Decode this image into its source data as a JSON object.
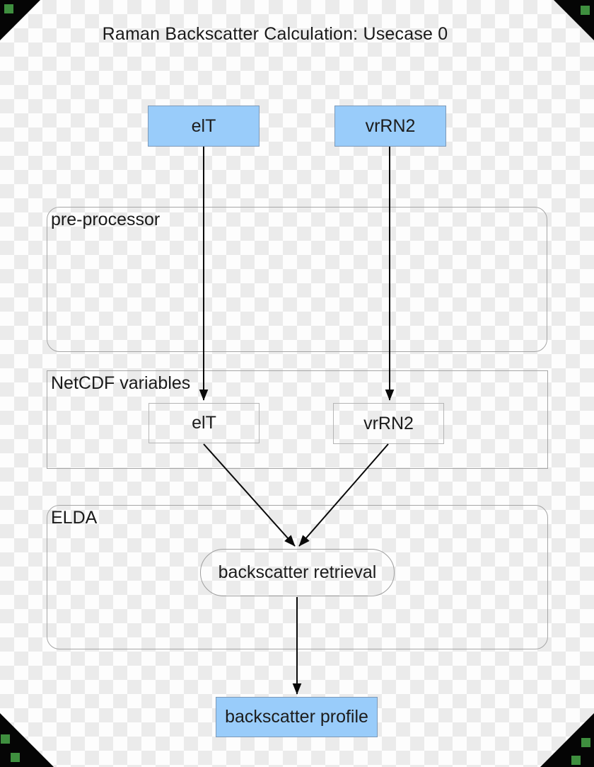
{
  "title": "Raman Backscatter Calculation: Usecase 0",
  "containers": {
    "preprocessor": {
      "label": "pre-processor"
    },
    "netcdf": {
      "label": "NetCDF variables"
    },
    "elda": {
      "label": "ELDA"
    }
  },
  "nodes": {
    "input_elt": {
      "label": "elT",
      "type": "input-signal"
    },
    "input_vrrn2": {
      "label": "vrRN2",
      "type": "input-signal"
    },
    "var_elt": {
      "label": "elT",
      "type": "netcdf-variable"
    },
    "var_vrrn2": {
      "label": "vrRN2",
      "type": "netcdf-variable"
    },
    "retrieval": {
      "label": "backscatter retrieval",
      "type": "process"
    },
    "profile": {
      "label": "backscatter profile",
      "type": "output-product"
    }
  },
  "edges": [
    {
      "from": "input_elt",
      "to": "var_elt"
    },
    {
      "from": "input_vrrn2",
      "to": "var_vrrn2"
    },
    {
      "from": "var_elt",
      "to": "retrieval"
    },
    {
      "from": "var_vrrn2",
      "to": "retrieval"
    },
    {
      "from": "retrieval",
      "to": "profile"
    }
  ],
  "colors": {
    "node_fill": "#99ccfa",
    "node_border": "#7d99b8",
    "container_border": "#a6a6a6",
    "text": "#1a1a1a",
    "arrow": "#0a0a0a",
    "checker_light": "#fdfdfd",
    "checker_dark": "#ebebeb",
    "corner_black": "#050505",
    "corner_green": "#3f8f3f"
  }
}
